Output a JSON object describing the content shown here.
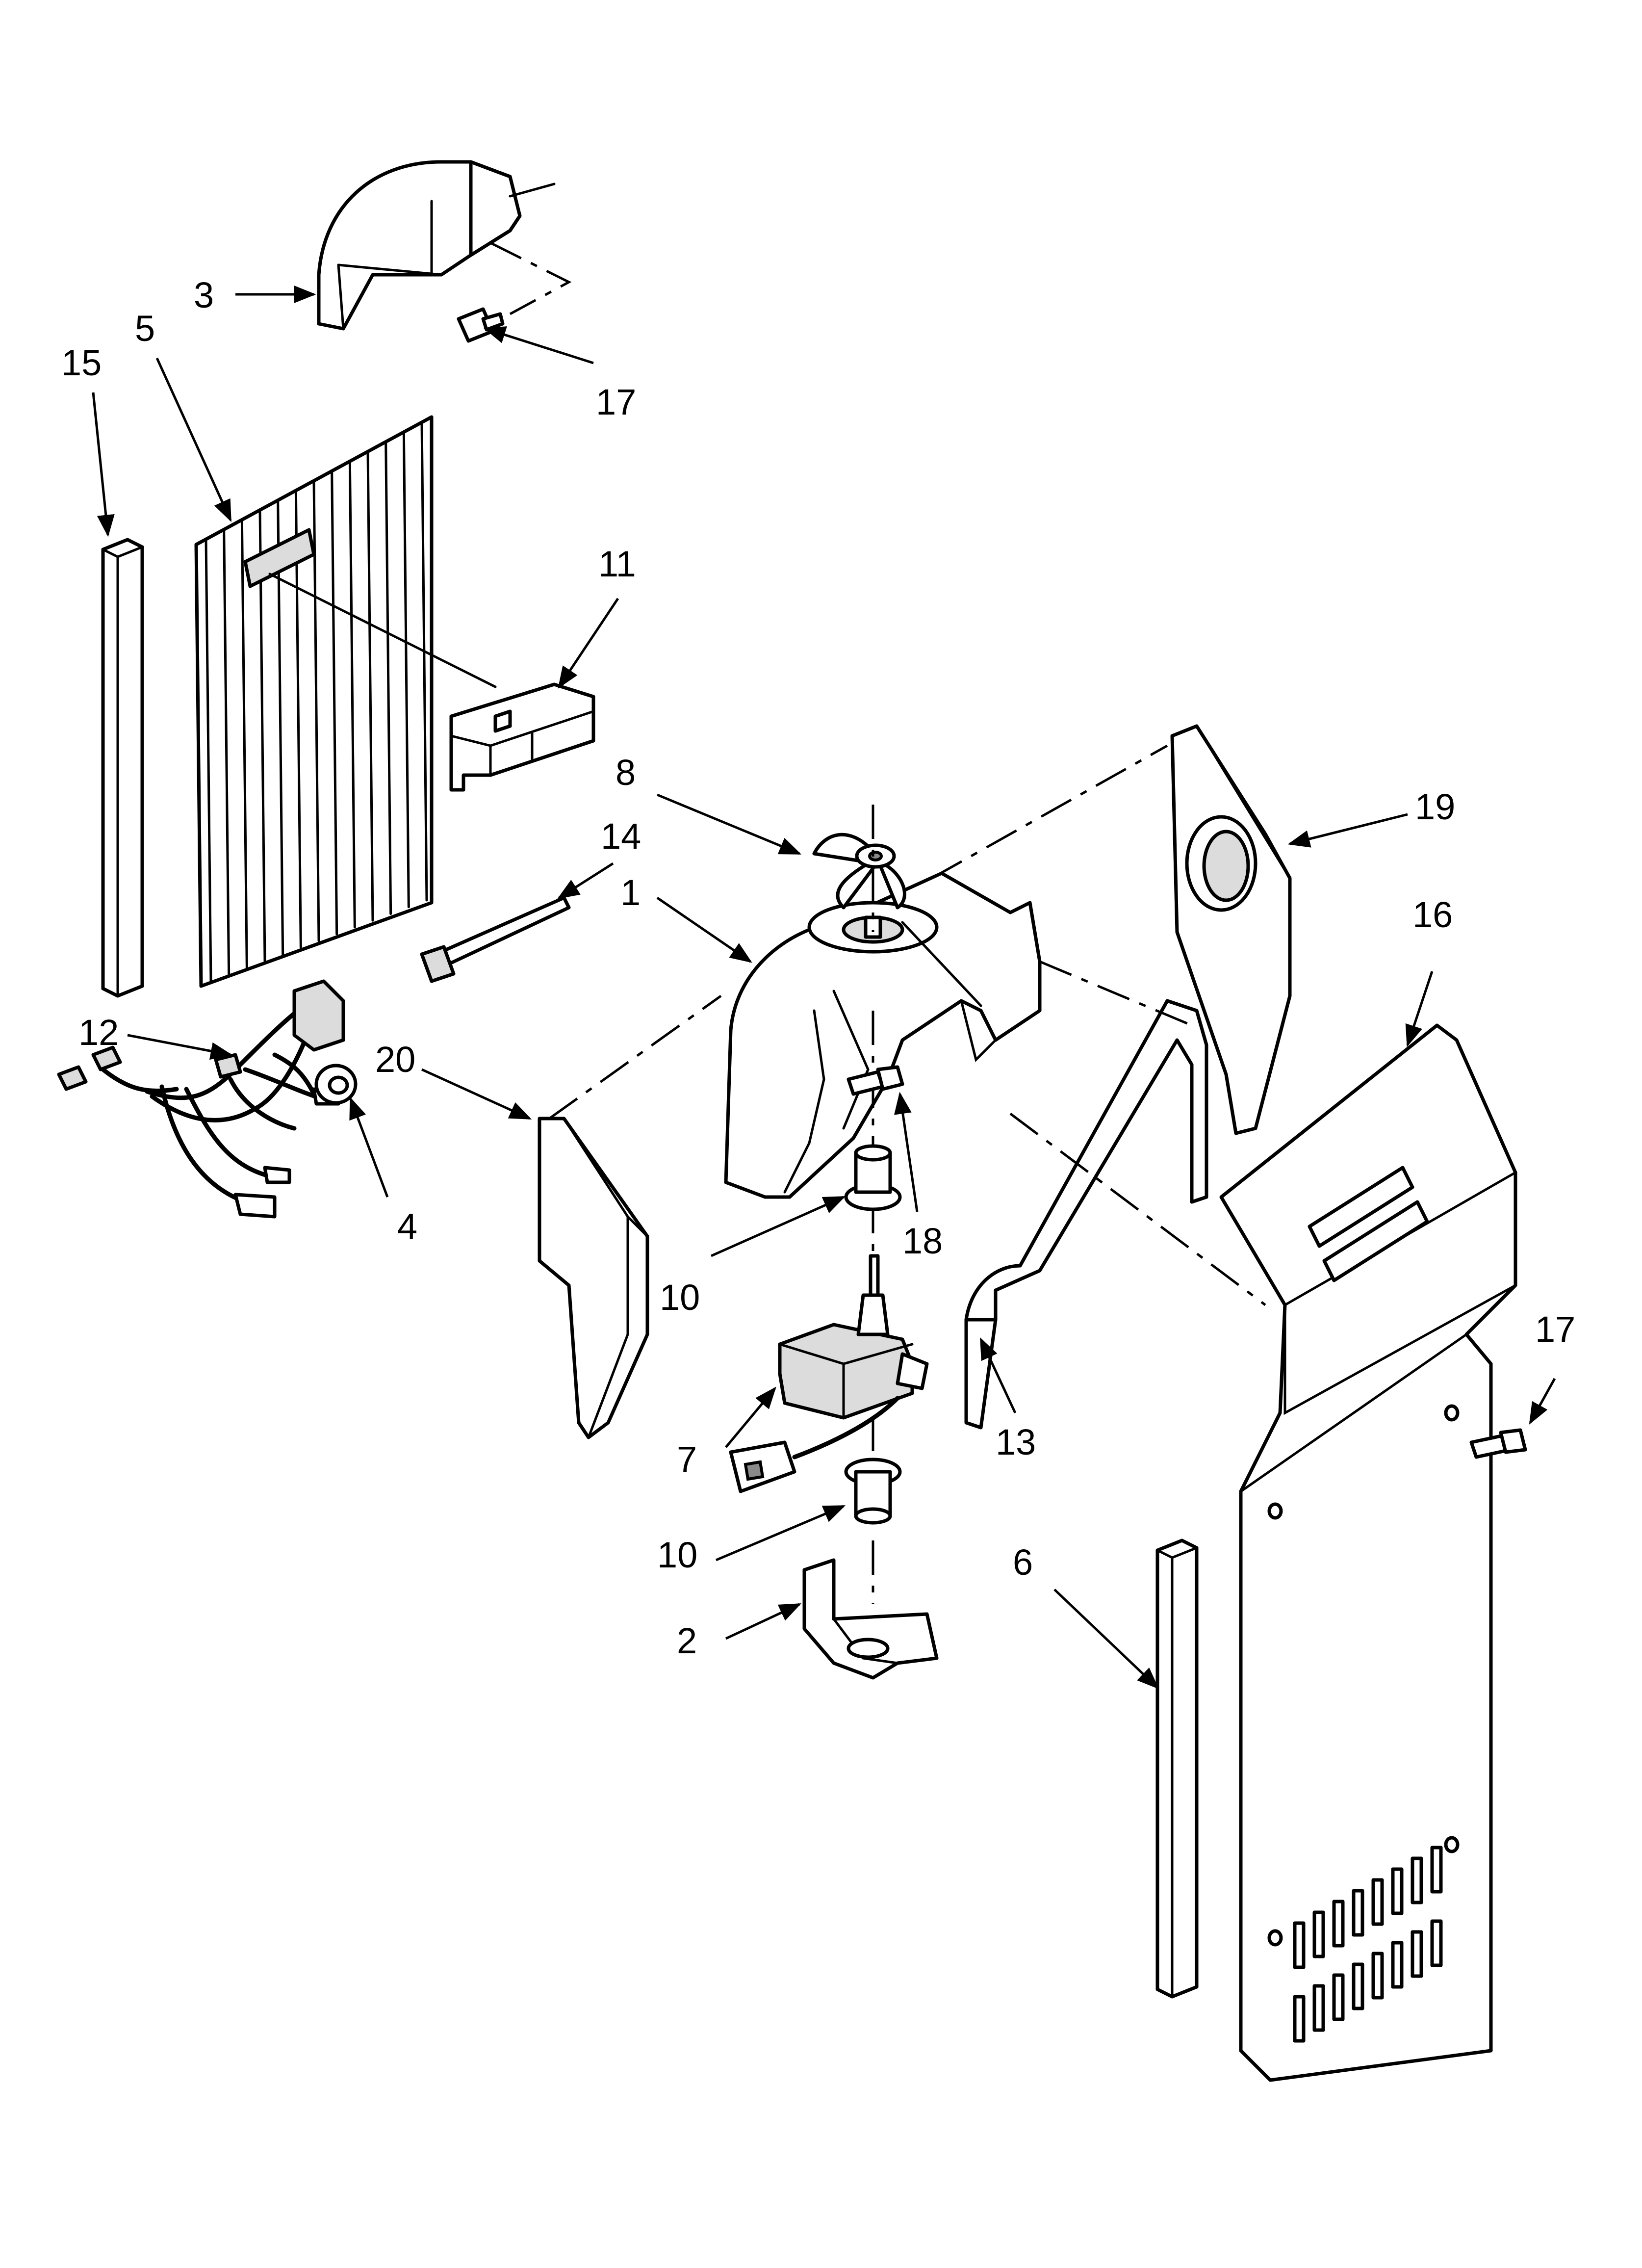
{
  "callouts": {
    "c1": "1",
    "c2": "2",
    "c3": "3",
    "c4": "4",
    "c5": "5",
    "c6": "6",
    "c7": "7",
    "c8": "8",
    "c10a": "10",
    "c10b": "10",
    "c11": "11",
    "c12": "12",
    "c13": "13",
    "c14": "14",
    "c15": "15",
    "c16": "16",
    "c17a": "17",
    "c17b": "17",
    "c18": "18",
    "c19": "19",
    "c20": "20"
  }
}
